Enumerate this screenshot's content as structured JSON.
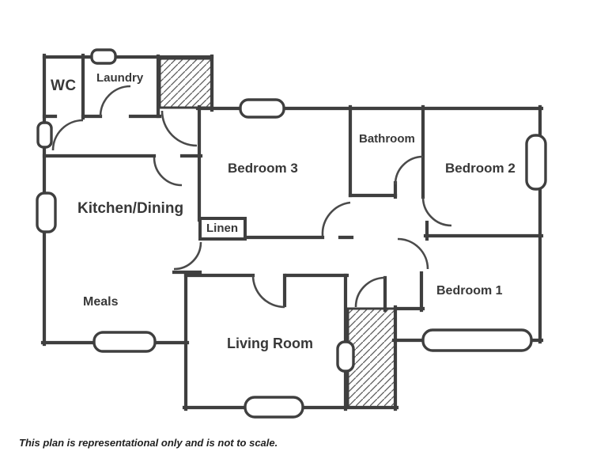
{
  "rooms": {
    "wc": {
      "label": "WC"
    },
    "laundry": {
      "label": "Laundry"
    },
    "kitchen": {
      "label": "Kitchen/Dining"
    },
    "linen": {
      "label": "Linen"
    },
    "meals": {
      "label": "Meals"
    },
    "bedroom3": {
      "label": "Bedroom 3"
    },
    "bathroom": {
      "label": "Bathroom"
    },
    "bedroom2": {
      "label": "Bedroom 2"
    },
    "bedroom1": {
      "label": "Bedroom 1"
    },
    "living": {
      "label": "Living Room"
    }
  },
  "footnote": "This plan is representational only and is not to scale.",
  "colors": {
    "wall": "#3f3f3f",
    "label": "#383838",
    "hatch": "#5a5a5a",
    "background": "#ffffff"
  }
}
